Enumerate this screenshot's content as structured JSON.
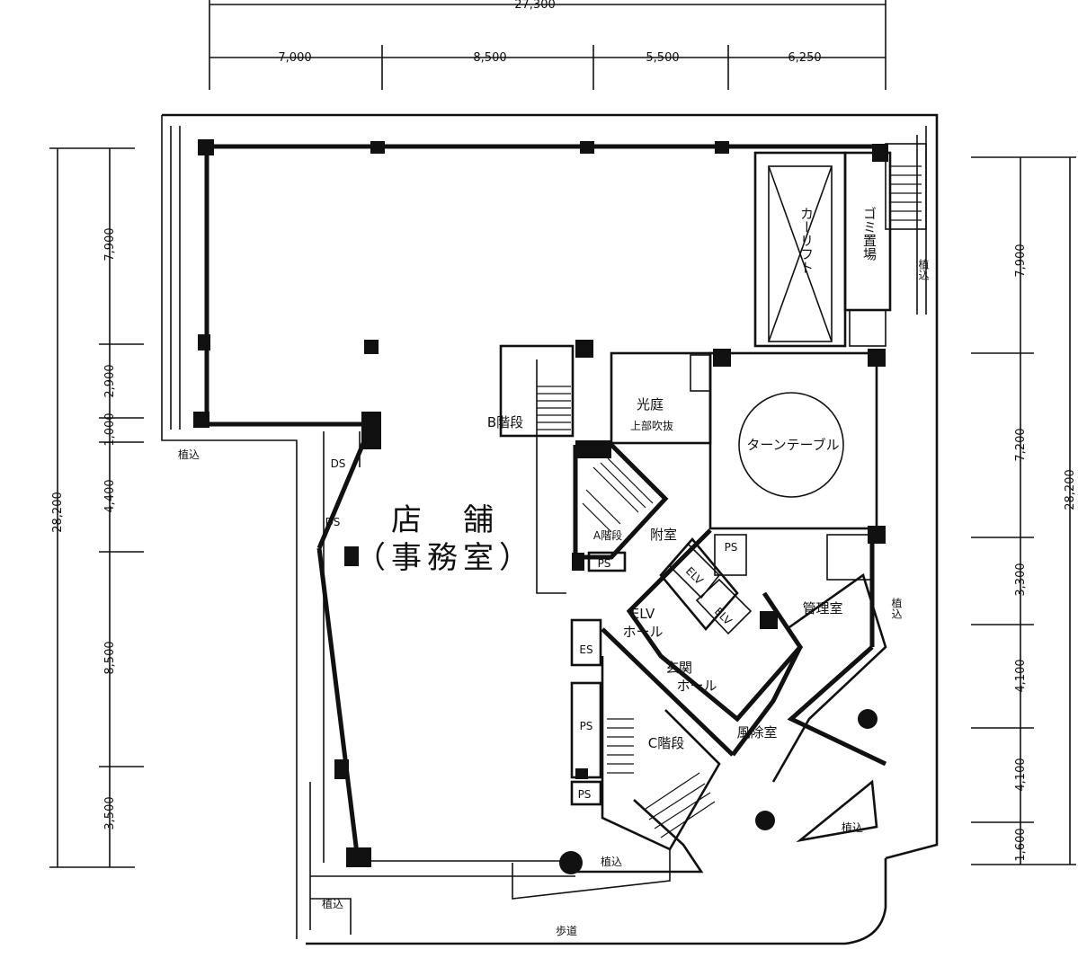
{
  "dimensions": {
    "top_total": "27,300",
    "top_segments": [
      "7,000",
      "8,500",
      "5,500",
      "6,250"
    ],
    "left_total": "28,200",
    "left_segments": [
      "7,900",
      "2,900",
      "1,000",
      "4,400",
      "8,500",
      "3,500"
    ],
    "right_total": "28,200",
    "right_segments": [
      "7,900",
      "7,200",
      "3,300",
      "4,100",
      "4,100",
      "1,600"
    ]
  },
  "rooms": {
    "shop_line1": "店　舗",
    "shop_line2": "（事務室）",
    "car_lift": "カーリフト",
    "garbage": "ゴミ置場",
    "planting_ne": "植込",
    "stairs_b": "B階段",
    "light_court": "光庭",
    "light_court_sub": "上部吹抜",
    "turntable": "ターンテーブル",
    "ds_upper": "DS",
    "ds_lower": "DS",
    "stairs_a": "A階段",
    "annex": "附室",
    "ps_a": "PS",
    "ps_mid": "PS",
    "elv_1": "ELV",
    "elv_2": "ELV",
    "elv_hall_1": "ELV",
    "elv_hall_2": "ホール",
    "management": "管理室",
    "planting_e": "植込",
    "es": "ES",
    "entrance_1": "玄関",
    "entrance_2": "ホール",
    "windbreak": "風除室",
    "ps_c1": "PS",
    "ps_c2": "PS",
    "stairs_c": "C階段",
    "planting_w": "植込",
    "planting_s": "植込",
    "planting_se": "植込",
    "planting_sw": "植込",
    "sidewalk": "歩道"
  }
}
